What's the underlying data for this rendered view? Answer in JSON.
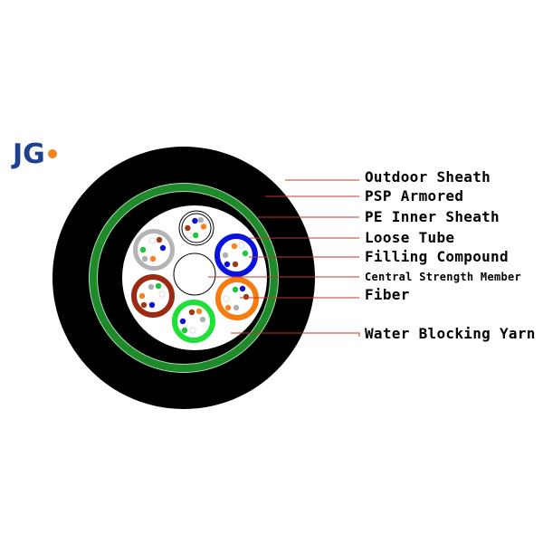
{
  "logo": {
    "text": "JG",
    "colors": {
      "letter": "#1f3f8f",
      "accent": "#f58220"
    }
  },
  "colors": {
    "outer_sheath": "#000000",
    "armor_band": "#1f8a2c",
    "armor_edge": "#a8e0a8",
    "core_fill": "#ffffff",
    "leader_line": "#c0392b",
    "label_text": "#000000"
  },
  "tubes": [
    {
      "id": "white",
      "ring_color": "#ffffff",
      "outline": "#000000"
    },
    {
      "id": "blue",
      "ring_color": "#0a12e0",
      "outline": "#0a12e0"
    },
    {
      "id": "orange",
      "ring_color": "#f57c10",
      "outline": "#f57c10"
    },
    {
      "id": "green",
      "ring_color": "#1fe038",
      "outline": "#1fe038"
    },
    {
      "id": "brown",
      "ring_color": "#9c2a12",
      "outline": "#9c2a12"
    },
    {
      "id": "gray",
      "ring_color": "#b4b4b4",
      "outline": "#b4b4b4"
    }
  ],
  "fiber_colors": [
    "#1010d0",
    "#f58220",
    "#19c83a",
    "#9c3a16",
    "#b0b0b0",
    "#ffffff"
  ],
  "labels": {
    "outdoor_sheath": "Outdoor Sheath",
    "psp_armored": "PSP Armored",
    "pe_inner_sheath": "PE Inner Sheath",
    "loose_tube": "Loose Tube",
    "filling_compound": "Filling Compound",
    "central_strength_member": "Central Strength Member",
    "fiber": "Fiber",
    "water_blocking_yarn": "Water Blocking Yarn"
  }
}
